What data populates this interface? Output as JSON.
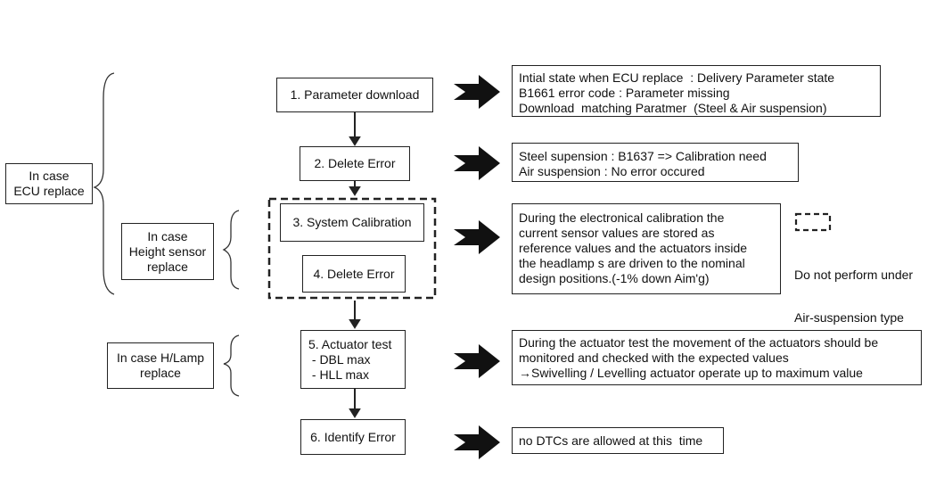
{
  "cases": {
    "ecu": [
      "In case",
      "ECU replace"
    ],
    "height": [
      "In case",
      "Height sensor",
      "replace"
    ],
    "hlamp": [
      "In case H/Lamp",
      "replace"
    ]
  },
  "steps": {
    "s1": [
      "1. Parameter download"
    ],
    "s2": [
      "2. Delete Error"
    ],
    "s3": [
      "3. System Calibration"
    ],
    "s4": [
      "4. Delete Error"
    ],
    "s5": [
      "5. Actuator test",
      " - DBL max",
      " - HLL max"
    ],
    "s6": [
      "6. Identify Error"
    ]
  },
  "notes": {
    "n1": [
      "Intial state when ECU replace  : Delivery Parameter state",
      "B1661 error code : Parameter missing",
      "Download  matching Paratmer  (Steel & Air suspension)"
    ],
    "n2": [
      "Steel supension : B1637 => Calibration need",
      "Air suspension : No error occured"
    ],
    "n3": [
      "During the electronical calibration the",
      "current sensor values are stored as",
      "reference values and the actuators inside",
      "the headlamp s are driven to the nominal",
      "design positions.(-1% down Aim'g)"
    ],
    "n5": [
      "During the actuator test the movement of the actuators should be",
      "monitored and checked with the expected values",
      "→Swivelling / Levelling actuator operate up to maximum value"
    ],
    "n6": [
      "no DTCs are allowed at this  time"
    ]
  },
  "legend": {
    "text": [
      "Do not perform under",
      "Air-suspension type"
    ]
  }
}
